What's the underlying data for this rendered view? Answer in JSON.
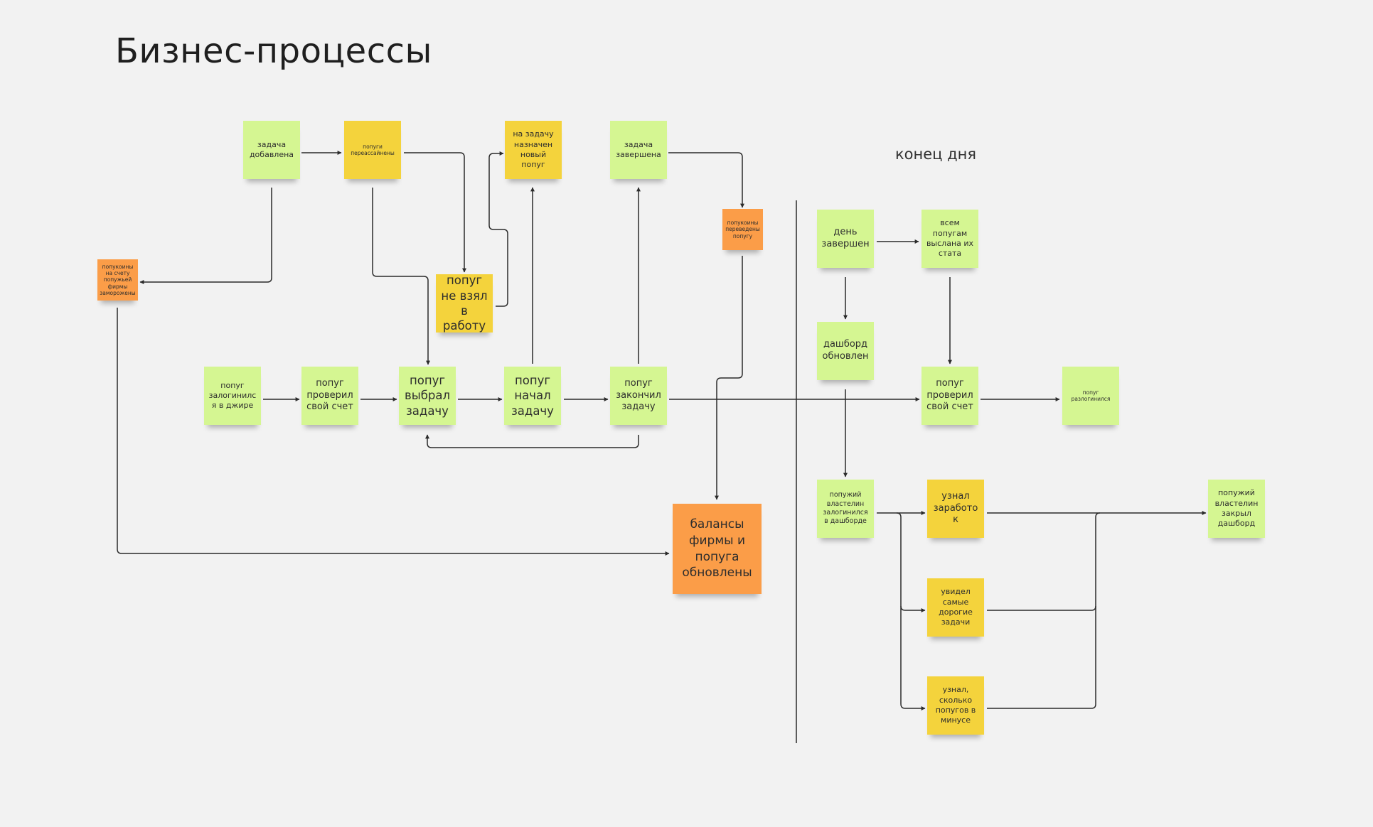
{
  "board": {
    "title": "Бизнес-процессы",
    "section_label": "конец дня"
  },
  "colors": {
    "background": "#f2f2f2",
    "green": "#d5f692",
    "yellow": "#f4d33c",
    "orange": "#fb9d48",
    "connector": "#2b2b2b"
  },
  "stickies": {
    "task_added": "задача добавлена",
    "parrots_reassigned": "попуги переассайнены",
    "new_parrot_assigned": "на задачу назначен новый попуг",
    "task_completed": "задача завершена",
    "coins_transferred": "попукоины переведены попугу",
    "coins_frozen": "попукоины на счету попужьей фирмы заморожены",
    "parrot_refused": "попуг не взял в работу",
    "parrot_logged_in": "попуг залогинился в джире",
    "parrot_checked_account": "попуг проверил свой счет",
    "parrot_chose_task": "попуг выбрал задачу",
    "parrot_started_task": "попуг начал задачу",
    "parrot_finished_task": "попуг закончил задачу",
    "balances_updated": "балансы фирмы и попуга обновлены",
    "day_finished": "день завершен",
    "stats_sent": "всем попугам выслана их стата",
    "dashboard_updated": "дашборд обновлен",
    "parrot_checked_account_2": "попуг проверил свой счет",
    "parrot_logged_out": "попуг разлогинился",
    "lord_logged_in": "попужий властелин залогинился в дашборде",
    "learned_earnings": "узнал заработок",
    "saw_expensive_tasks": "увидел самые дорогие задачи",
    "learned_minus_parrots": "узнал, сколько попугов в минусе",
    "lord_closed_dashboard": "попужий властелин закрыл дашборд"
  }
}
